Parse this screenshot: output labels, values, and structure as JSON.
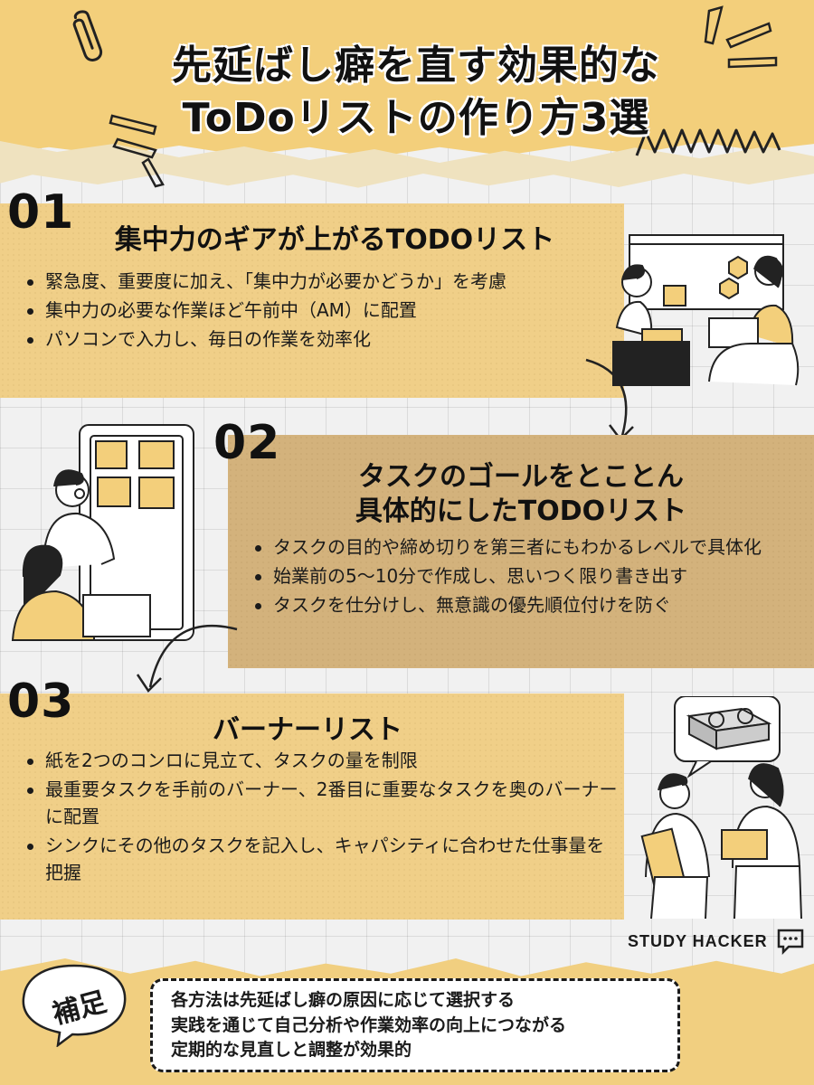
{
  "header": {
    "title_line1": "先延ばし癖を直す効果的な",
    "title_line2": "ToDoリストの作り方3選"
  },
  "sections": [
    {
      "number": "01",
      "title": "集中力のギアが上がるTODOリスト",
      "bullets": [
        "緊急度、重要度に加え、「集中力が必要かどうか」を考慮",
        "集中力の必要な作業ほど午前中（AM）に配置",
        "パソコンで入力し、毎日の作業を効率化"
      ]
    },
    {
      "number": "02",
      "title_line1": "タスクのゴールをとことん",
      "title_line2": "具体的にしたTODOリスト",
      "bullets": [
        "タスクの目的や締め切りを第三者にもわかるレベルで具体化",
        "始業前の5〜10分で作成し、思いつく限り書き出す",
        "タスクを仕分けし、無意識の優先順位付けを防ぐ"
      ]
    },
    {
      "number": "03",
      "title": "バーナーリスト",
      "bullets": [
        "紙を2つのコンロに見立て、タスクの量を制限",
        "最重要タスクを手前のバーナー、2番目に重要なタスクを奥のバーナーに配置",
        "シンクにその他のタスクを記入し、キャパシティに合わせた仕事量を把握"
      ]
    }
  ],
  "brand": "STUDY HACKER",
  "footer": {
    "label": "補足",
    "notes": [
      "各方法は先延ばし癖の原因に応じて選択する",
      "実践を通じて自己分析や作業効率の向上につながる",
      "定期的な見直しと調整が効果的"
    ]
  },
  "colors": {
    "accent_yellow": "#f3cf7b",
    "box_tan": "#d3b27c",
    "text": "#1a1a1a"
  }
}
